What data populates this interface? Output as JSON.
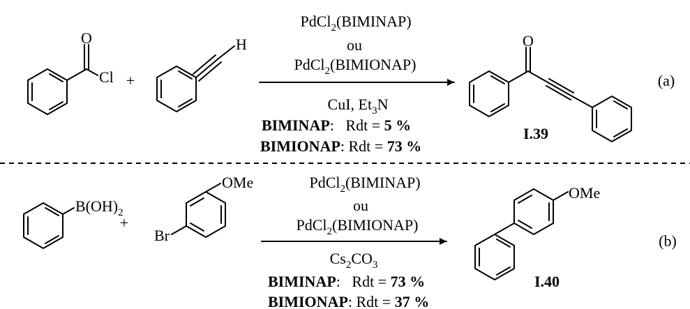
{
  "reaction_a": {
    "reagent1": {
      "o": "O",
      "cl": "Cl"
    },
    "plus": "+",
    "reagent2": {
      "h": "H"
    },
    "catalyst1": {
      "pre": "PdCl",
      "sub": "2",
      "post": "(BIMINAP)"
    },
    "ou": "ou",
    "catalyst2": {
      "pre": "PdCl",
      "sub": "2",
      "post": "(BIMIONAP)"
    },
    "conditions": {
      "pre": "CuI, Et",
      "sub": "3",
      "post": "N"
    },
    "yield1": {
      "ligand": "BIMINAP",
      "text": ":   Rdt = ",
      "value": "5 %"
    },
    "yield2": {
      "ligand": "BIMIONAP",
      "text": ": Rdt = ",
      "value": "73 %"
    },
    "product": {
      "o": "O",
      "label": "I.39"
    },
    "tag": "(a)"
  },
  "reaction_b": {
    "reagent1": {
      "pre": "B(OH)",
      "sub": "2"
    },
    "plus": "+",
    "reagent2": {
      "br": "Br",
      "ome": "OMe"
    },
    "catalyst1": {
      "pre": "PdCl",
      "sub": "2",
      "post": "(BIMINAP)"
    },
    "ou": "ou",
    "catalyst2": {
      "pre": "PdCl",
      "sub": "2",
      "post": "(BIMIONAP)"
    },
    "conditions": {
      "pre": "Cs",
      "sub1": "2",
      "mid": "CO",
      "sub2": "3"
    },
    "yield1": {
      "ligand": "BIMINAP",
      "text": ":   Rdt = ",
      "value": "73 %"
    },
    "yield2": {
      "ligand": "BIMIONAP",
      "text": ": Rdt = ",
      "value": "37 %"
    },
    "product": {
      "ome": "OMe",
      "label": "I.40"
    },
    "tag": "(b)"
  }
}
